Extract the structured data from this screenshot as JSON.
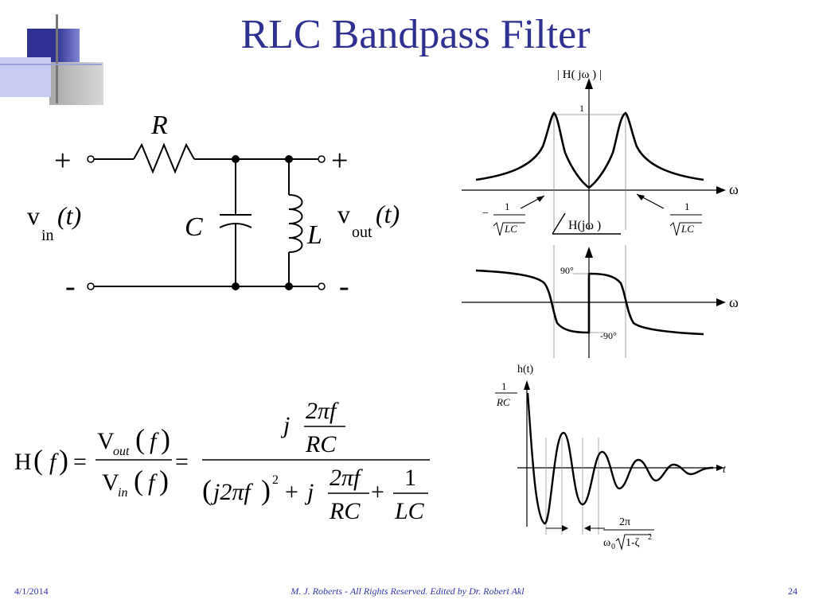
{
  "slide": {
    "title": "RLC Bandpass Filter",
    "page_number": "24",
    "footer_date": "4/1/2014",
    "footer_center": "M. J. Roberts - All Rights Reserved. Edited by Dr. Robert Akl",
    "accent_color": "#2e3192"
  },
  "circuit": {
    "plus_left": "+",
    "plus_right": "+",
    "minus_left": "-",
    "minus_right": "-",
    "resistor": "R",
    "capacitor": "C",
    "inductor": "L",
    "vin_base": "v",
    "vin_sub": "in",
    "vin_arg": "(t)",
    "vout_base": "v",
    "vout_sub": "out",
    "vout_arg": "(t)"
  },
  "magnitude_plot": {
    "ylabel": "| H( jω ) |",
    "peak_label": "1",
    "xlabel": "ω",
    "left_freq_sign": "−",
    "freq_num": "1",
    "freq_den": "LC"
  },
  "phase_plot": {
    "label": "H(jω )",
    "top_label": "90°",
    "bottom_label": "-90°",
    "xlabel": "ω"
  },
  "impulse_plot": {
    "ylabel": "h(t)",
    "y0_num": "1",
    "y0_den": "RC",
    "xlabel": "t",
    "period_num": "2π",
    "period_den_w": "ω",
    "period_den_sub": "0",
    "period_den_rad": "1-ζ",
    "period_den_exp": "2"
  },
  "equation": {
    "lhs": "H",
    "lhs_arg": "f",
    "ratio_num": "V",
    "ratio_num_sub": "out",
    "ratio_den": "V",
    "ratio_den_sub": "in",
    "arg": "f",
    "eq": "=",
    "j": "j",
    "two_pi_f": "2πf",
    "rc": "RC",
    "j2pif": "j2πf",
    "square": "2",
    "plus": "+",
    "one": "1",
    "lc": "LC"
  }
}
